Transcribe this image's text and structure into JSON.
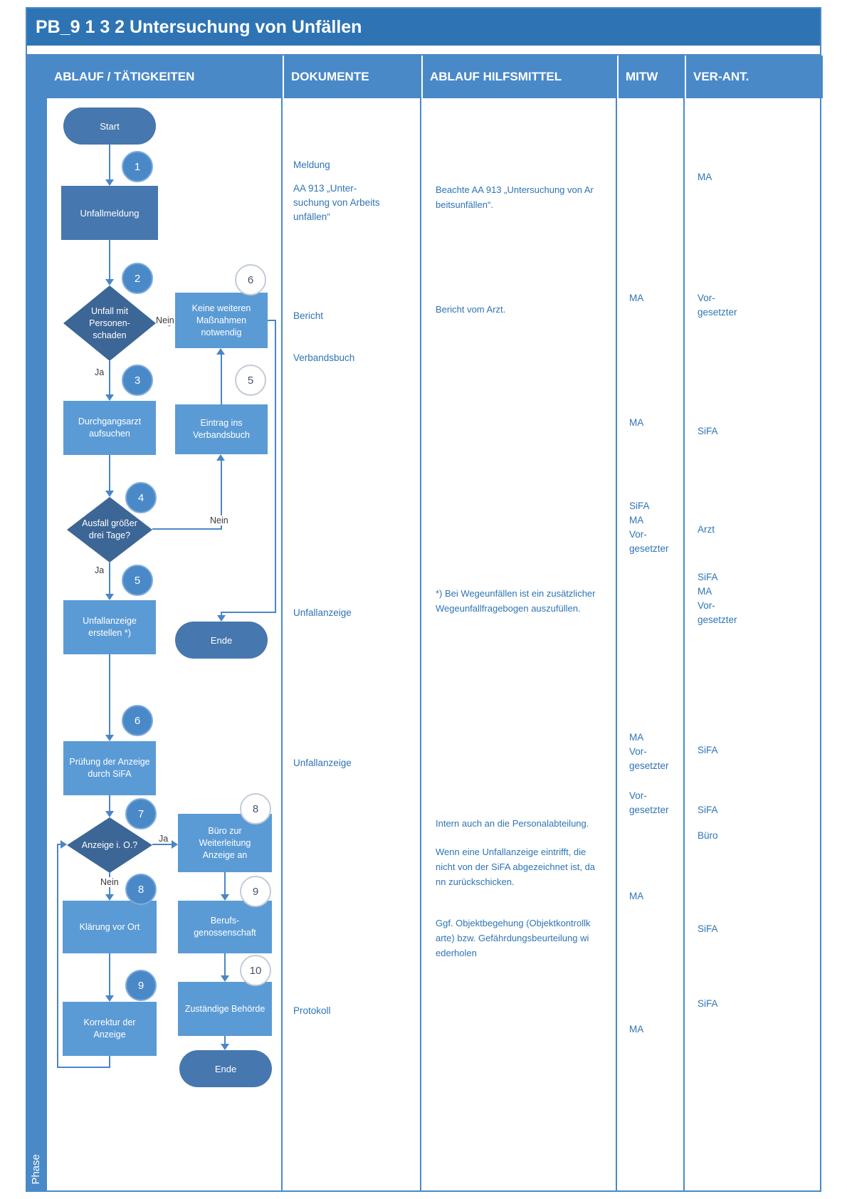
{
  "title": "PB_9 1 3 2 Untersuchung von Unfällen",
  "phase": "Phase",
  "headers": {
    "activities": "ABLAUF / TÄTIGKEITEN",
    "documents": "DOKUMENTE",
    "tools": "ABLAUF HILFSMITTEL",
    "mitw": "MITW",
    "verant": "VER-ANT."
  },
  "labels": {
    "ja": "Ja",
    "nein": "Nein"
  },
  "nodes": {
    "start": "Start",
    "unfallmeldung": "Unfallmeldung",
    "unfall_diamond": "Unfall mit\nPersonen-\nschaden",
    "keine_massnahmen": "Keine weiteren\nMaßnahmen\nnotwendig",
    "durchgangsarzt": "Durchgangsarzt\naufsuchen",
    "eintrag_verbandsbuch": "Eintrag ins\nVerbandsbuch",
    "ausfall_diamond": "Ausfall größer\ndrei Tage?",
    "unfallanzeige_erstellen": "Unfallanzeige\nerstellen *)",
    "ende1": "Ende",
    "pruefung": "Prüfung der Anzeige\ndurch SiFA",
    "anzeige_diamond": "Anzeige i. O.?",
    "buero_weiterleitung": "Büro zur\nWeiterleitung\nAnzeige an",
    "klaerung": "Klärung vor Ort",
    "korrektur": "Korrektur der\nAnzeige",
    "berufsgenossenschaft": "Berufs-\ngenossenschaft",
    "behoerde": "Zuständige Behörde",
    "ende2": "Ende"
  },
  "badges": {
    "b1": "1",
    "b2": "2",
    "b3": "3",
    "b4": "4",
    "b5": "5",
    "b6": "6",
    "b7": "7",
    "b8": "8",
    "b9": "9",
    "o5": "5",
    "o6": "6",
    "o8": "8",
    "o9": "9",
    "o10": "10"
  },
  "documents": [
    "Meldung",
    "AA 913 „Unter-\nsuchung  von Arbeits\nunfällen“",
    "Bericht",
    "Verbandsbuch",
    "Unfallanzeige",
    "Unfallanzeige",
    "Protokoll"
  ],
  "tools": [
    "Beachte AA 913 „Untersuchung von  Ar\nbeitsunfällen“.",
    "Bericht vom Arzt.",
    "*) Bei Wegeunfällen ist ein  zusätzlicher\nWegeunfallfragebogen  auszufüllen.",
    "Intern auch an die  Personalabteilung.",
    "Wenn eine Unfallanzeige eintrifft,  die\nnicht von der SiFA abgezeichnet  ist, da\nnn zurückschicken.",
    "Ggf. Objektbegehung  (Objektkontrollk\narte) bzw.  Gefährdungsbeurteilung  wi\nederholen"
  ],
  "mitw": [
    "MA",
    "MA",
    "SiFA\nMA\nVor-\ngesetzter",
    "MA\nVor-\ngesetzter",
    "Vor-\ngesetzter",
    "MA",
    "MA"
  ],
  "verant": [
    "MA",
    "Vor-\ngesetzter",
    "SiFA",
    "Arzt",
    "SiFA\nMA\nVor-\ngesetzter",
    "SiFA",
    "SiFA",
    "Büro",
    "SiFA",
    "SiFA"
  ]
}
